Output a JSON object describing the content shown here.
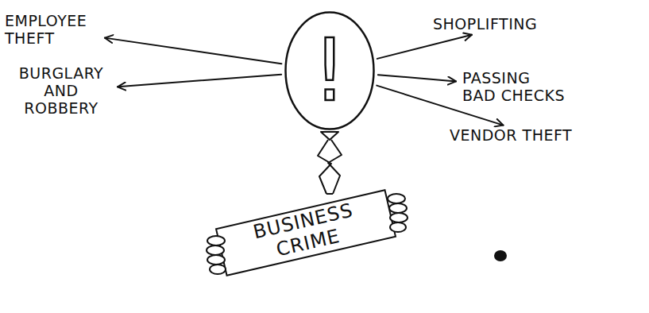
{
  "diagram": {
    "nodes": [
      {
        "text": [
          "EMPLOYEE THEFT"
        ]
      },
      {
        "text": [
          "!"
        ]
      },
      {
        "text": [
          "SHOPLIFTING"
        ]
      },
      {
        "text": [
          "BURGLARY AND ROBBERY"
        ]
      },
      {
        "text": [
          "PASSING BAD CHECKS"
        ]
      },
      {
        "text": [
          "VENDOR THEFT"
        ]
      },
      {
        "text": [
          "BUSINESS CRIME"
        ]
      }
    ],
    "edges": [
      {
        "from": 1,
        "to": 0,
        "arrow": "to"
      },
      {
        "from": 1,
        "to": 3,
        "arrow": "to"
      },
      {
        "from": 1,
        "to": 2,
        "arrow": "to"
      },
      {
        "from": 1,
        "to": 4,
        "arrow": "to"
      },
      {
        "from": 1,
        "to": 5,
        "arrow": "to"
      }
    ]
  }
}
